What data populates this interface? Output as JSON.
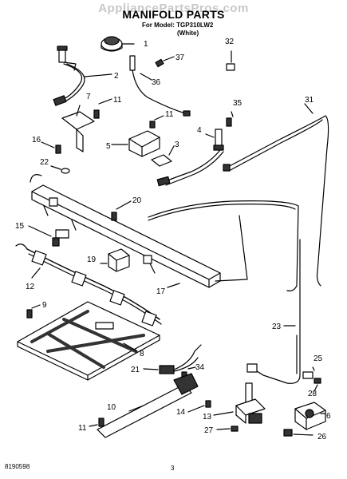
{
  "header": {
    "watermark": "AppliancePartsPros.com",
    "title": "MANIFOLD PARTS",
    "model_line": "For Model: TGP310LW2",
    "variant": "(White)"
  },
  "footer": {
    "doc_number": "8190598",
    "page_number": "3"
  },
  "callouts": [
    "1",
    "2",
    "3",
    "4",
    "5",
    "6",
    "7",
    "8",
    "9",
    "10",
    "11",
    "11",
    "11",
    "12",
    "13",
    "14",
    "15",
    "16",
    "17",
    "19",
    "20",
    "21",
    "22",
    "23",
    "25",
    "26",
    "27",
    "28",
    "31",
    "32",
    "34",
    "35",
    "36",
    "37"
  ]
}
